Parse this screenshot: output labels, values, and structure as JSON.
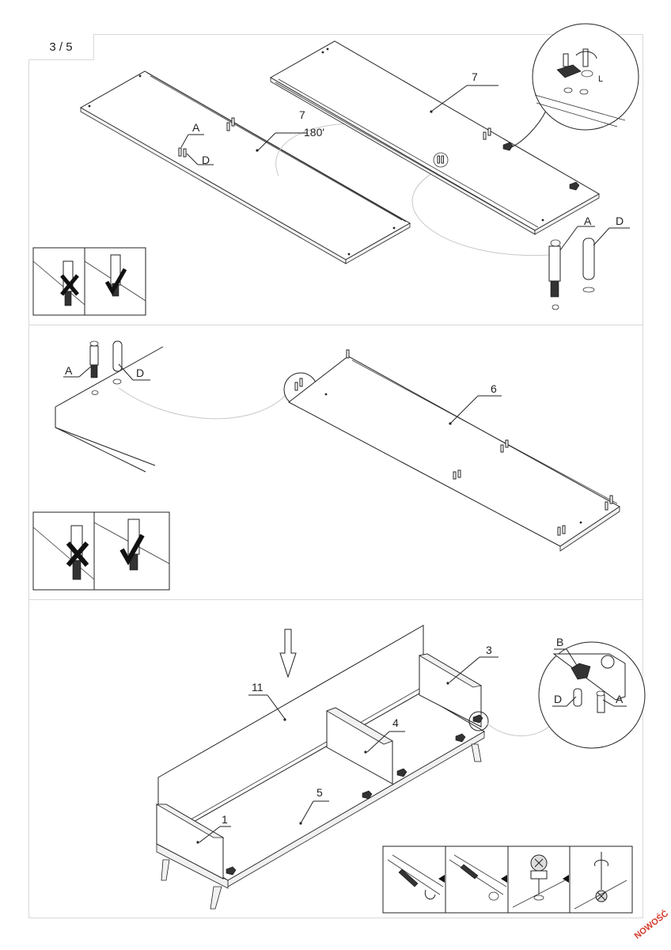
{
  "page": {
    "step_indicator": "3 / 5",
    "new_badge": "NOWOŚĆ"
  },
  "section1": {
    "panel_left_label": "7",
    "panel_right_label": "7",
    "rotation_label": "180'",
    "callout_a": "A",
    "callout_d": "D",
    "detail_a": "A",
    "detail_d": "D",
    "detail_l": "L"
  },
  "section2": {
    "panel_label": "6",
    "callout_a": "A",
    "callout_d": "D"
  },
  "section3": {
    "label_11": "11",
    "label_3": "3",
    "label_4": "4",
    "label_5": "5",
    "label_1": "1",
    "detail_b": "B",
    "detail_d": "D",
    "detail_a": "A"
  }
}
